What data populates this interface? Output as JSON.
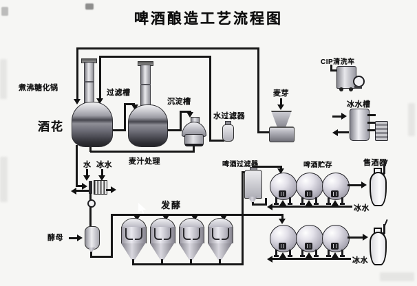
{
  "title": "啤酒酿造工艺流程图",
  "labels": {
    "boil_kettle": "煮沸糖化锅",
    "hops": "酒花",
    "lauter_tun": "过滤槽",
    "sediment_tank": "沉淀槽",
    "wort_treatment": "麦汁处理",
    "water": "水",
    "ice_water_in": "冰水",
    "water_filter": "水过滤器",
    "malt": "麦芽",
    "cip_cart": "CIP清洗车",
    "ice_water_tank": "冰水槽",
    "yeast": "酵母",
    "fermentation": "发酵",
    "beer_filter": "啤酒过滤器",
    "beer_storage": "啤酒贮存",
    "beer_dispenser": "售酒器",
    "ice_water_row1": "冰水",
    "ice_water_row2": "冰水"
  },
  "icons": {
    "cursor": "mouse-cursor-arrow"
  },
  "colors": {
    "background": "#f6f6f4",
    "line": "#161616",
    "metal_light": "#ececef",
    "metal_dark": "#46464e",
    "text": "#141414"
  }
}
